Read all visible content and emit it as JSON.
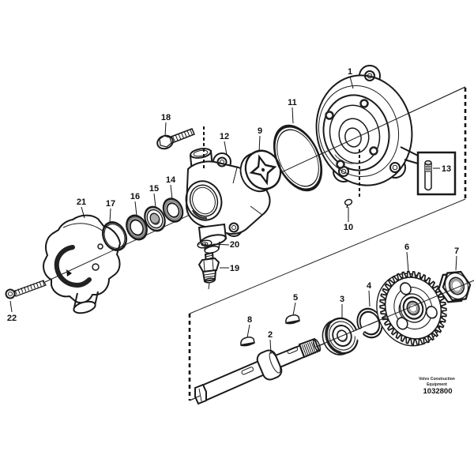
{
  "figure": {
    "type": "exploded-parts-diagram",
    "footer": {
      "brand_line1": "Volvo Construction",
      "brand_line2": "Equipment",
      "figure_number": "1032800"
    },
    "callouts": [
      {
        "part": "1"
      },
      {
        "part": "2"
      },
      {
        "part": "3"
      },
      {
        "part": "4"
      },
      {
        "part": "5"
      },
      {
        "part": "6"
      },
      {
        "part": "7"
      },
      {
        "part": "8"
      },
      {
        "part": "9"
      },
      {
        "part": "10"
      },
      {
        "part": "11"
      },
      {
        "part": "12"
      },
      {
        "part": "13"
      },
      {
        "part": "14"
      },
      {
        "part": "15"
      },
      {
        "part": "16"
      },
      {
        "part": "17"
      },
      {
        "part": "18"
      },
      {
        "part": "19"
      },
      {
        "part": "20"
      },
      {
        "part": "21"
      },
      {
        "part": "22"
      }
    ],
    "colors": {
      "line": "#1a1a1a",
      "seal_band": "#a3a3a3",
      "light_band": "#e3e3e3",
      "background": "#ffffff"
    }
  }
}
